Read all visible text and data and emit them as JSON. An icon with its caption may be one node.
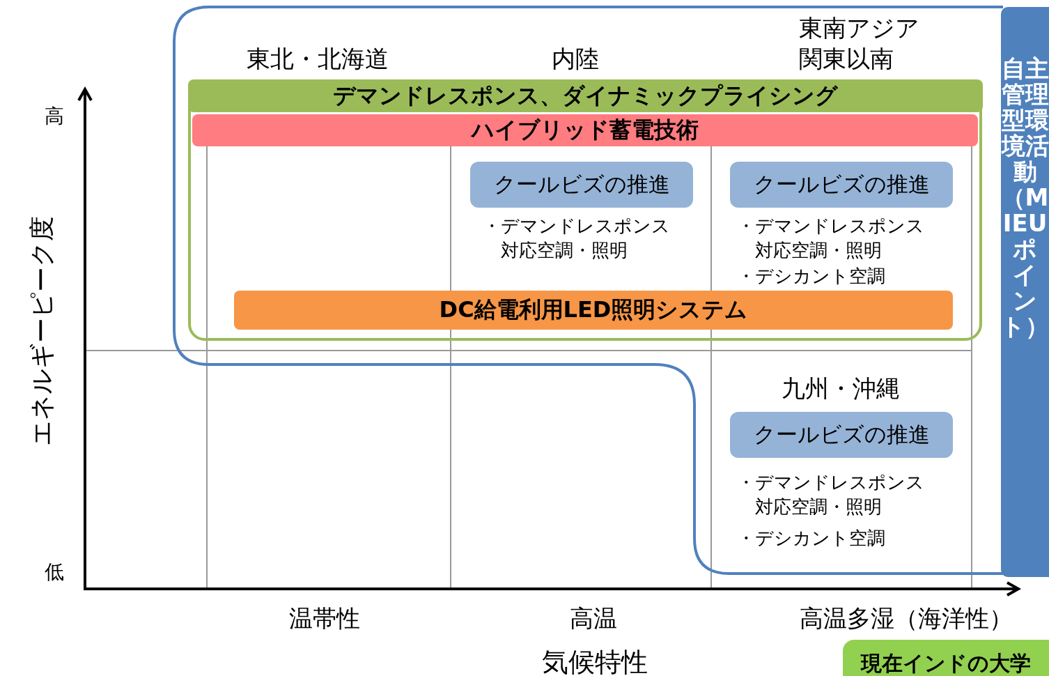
{
  "diagram": {
    "nodes": [
      {
        "text": [
          "デマンドレスポンス、ダイナミックプライシング"
        ]
      },
      {
        "text": [
          "ハイブリッド蓄電技術"
        ]
      },
      {
        "text": [
          "クールビズの推進"
        ],
        "beside": [
          "・デマンドレスポンス対応空調・照明"
        ]
      },
      {
        "text": [
          "クールビズの推進"
        ],
        "beside": [
          "・デマンドレスポンス対応空調・照明",
          "・デシカント空調"
        ]
      },
      {
        "text": [
          "DC給電利用LED照明システム"
        ]
      },
      {
        "text": [
          "クールビズの推進"
        ],
        "beside": [
          "・デマンドレスポンス対応空調・照明",
          "・デシカント空調"
        ]
      },
      {
        "text": [
          "自主管理型環境活動（MIEUポイント）"
        ]
      },
      {
        "text": [
          "現在インドの大学"
        ]
      }
    ],
    "labels": [
      "東北・北海道",
      "内陸",
      "東南アジア関東以南",
      "高",
      "エネルギーピーク度",
      "九州・沖縄",
      "低",
      "温帯性",
      "高温",
      "高温多湿（海洋性）",
      "気候特性"
    ]
  }
}
